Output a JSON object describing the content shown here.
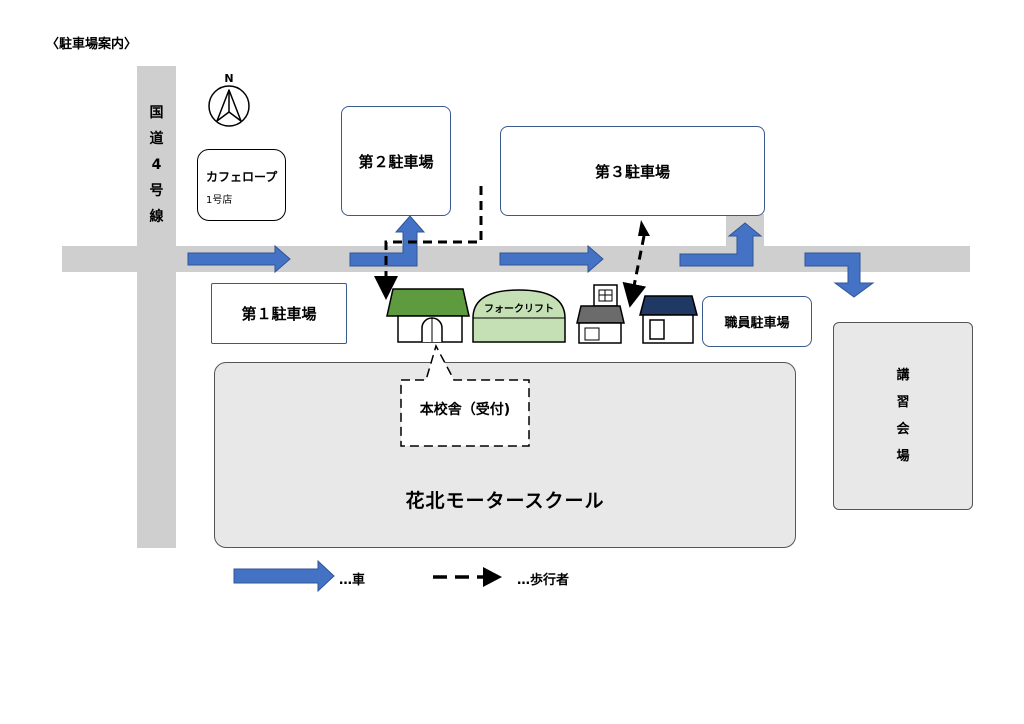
{
  "title": "〈駐車場案内〉",
  "road": {
    "label": "国\n道\n4\n号\n線"
  },
  "compass": {
    "label": "N"
  },
  "cafe": {
    "name": "カフェロープ",
    "branch": "1号店"
  },
  "parking_lots": {
    "lot1": "第１駐車場",
    "lot2": "第２駐車場",
    "lot3": "第３駐車場",
    "staff": "職員駐車場"
  },
  "buildings": {
    "forklift": "フォークリフト",
    "reception": "本校舎（受付)",
    "school": "花北モータースクール",
    "hall": "講\n習\n会\n場"
  },
  "legend": {
    "car": "…車",
    "pedestrian": "…歩行者"
  },
  "colors": {
    "road": "#cfcfcf",
    "arrow_blue": "#4472c4",
    "roof_green": "#5e9b3f",
    "forklift_green": "#c5e0b4",
    "roof_navy": "#1f3864",
    "roof_gray": "#6b6b6b",
    "box_border": "#3a5a8c"
  }
}
